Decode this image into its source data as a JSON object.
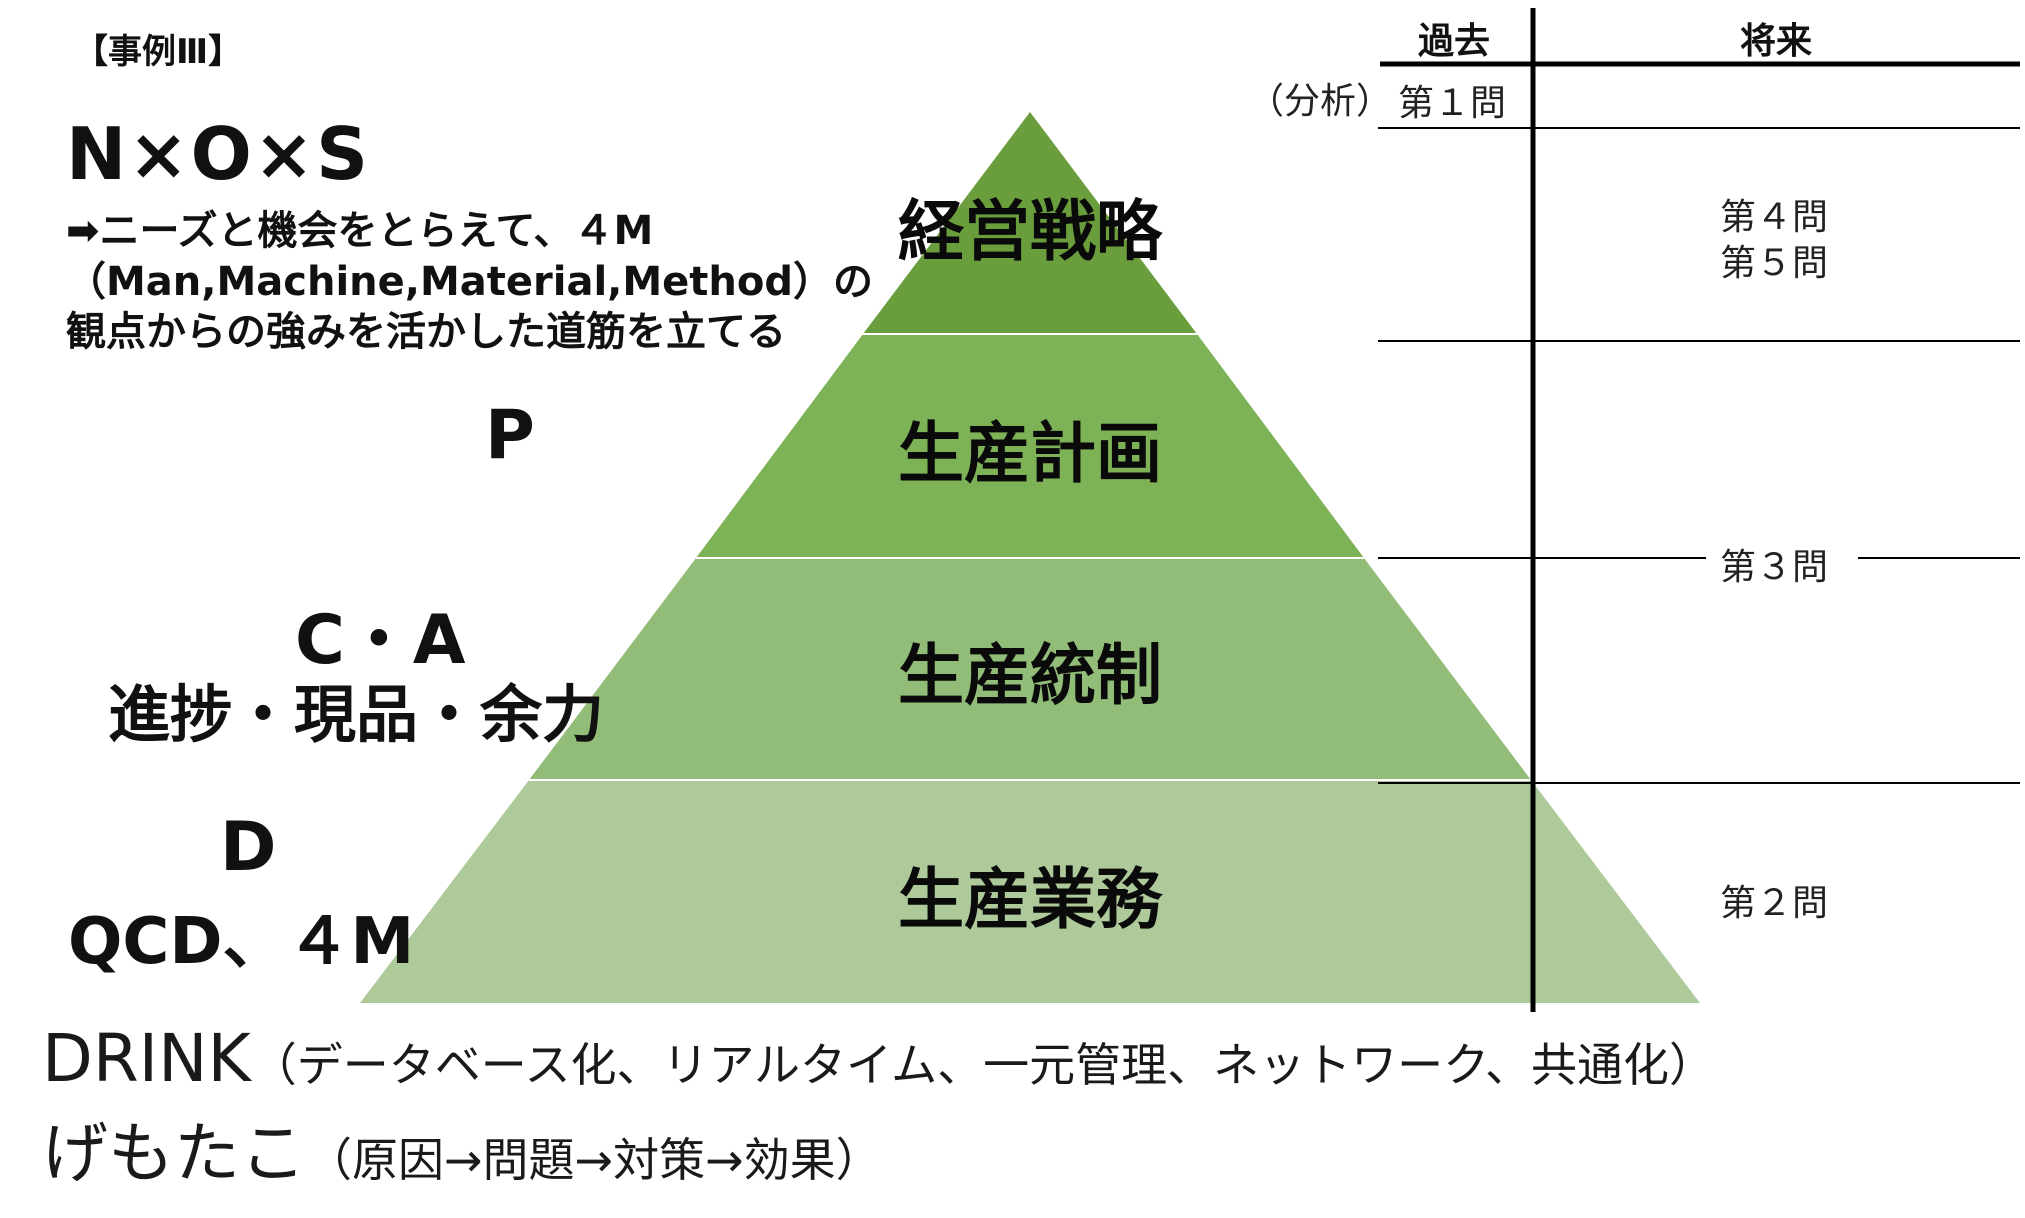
{
  "case_tag": "【事例Ⅲ】",
  "nos": {
    "title": "N×O×S",
    "line1": "➡ニーズと機会をとらえて、４M",
    "line2": "（Man,Machine,Material,Method）の",
    "line3": "観点からの強みを活かした道筋を立てる"
  },
  "left_labels": {
    "p": "P",
    "ca": "C・A",
    "ca_sub": "進捗・現品・余力",
    "d": "D",
    "d_sub": "QCD、４M"
  },
  "pyramid": {
    "layers": [
      {
        "label": "経営戦略",
        "color": "#6a9e3c"
      },
      {
        "label": "生産計画",
        "color": "#7db257"
      },
      {
        "label": "生産統制",
        "color": "#92bd78"
      },
      {
        "label": "生産業務",
        "color": "#aeca9b"
      }
    ]
  },
  "table": {
    "past_header": "過去",
    "future_header": "将来",
    "analysis_label": "（分析）",
    "q1": "第１問",
    "q4": "第４問",
    "q5": "第５問",
    "q3": "第３問",
    "q2": "第２問"
  },
  "bottom": {
    "drink_big": "DRINK",
    "drink_small": "（データベース化、リアルタイム、一元管理、ネットワーク、共通化）",
    "gemotako_big": "げもたこ",
    "gemotako_small": "（原因→問題→対策→効果）"
  }
}
